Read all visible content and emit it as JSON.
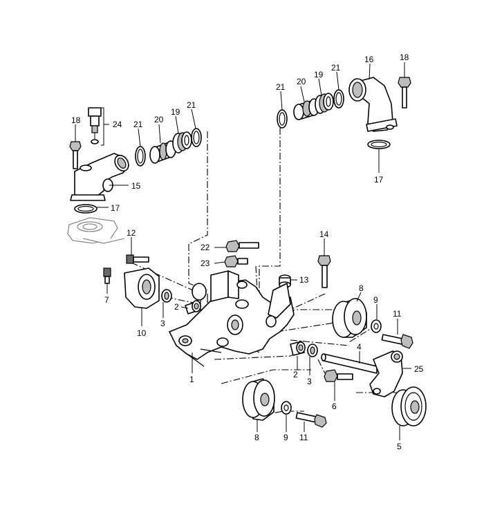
{
  "callouts": [
    {
      "id": "c18a",
      "text": "18"
    },
    {
      "id": "c24",
      "text": "24"
    },
    {
      "id": "c21a",
      "text": "21"
    },
    {
      "id": "c20a",
      "text": "20"
    },
    {
      "id": "c19a",
      "text": "19"
    },
    {
      "id": "c21b",
      "text": "21"
    },
    {
      "id": "c15",
      "text": "15"
    },
    {
      "id": "c17a",
      "text": "17"
    },
    {
      "id": "c21c",
      "text": "21"
    },
    {
      "id": "c20b",
      "text": "20"
    },
    {
      "id": "c19b",
      "text": "19"
    },
    {
      "id": "c21d",
      "text": "21"
    },
    {
      "id": "c16",
      "text": "16"
    },
    {
      "id": "c18b",
      "text": "18"
    },
    {
      "id": "c17b",
      "text": "17"
    },
    {
      "id": "c12",
      "text": "12"
    },
    {
      "id": "c22",
      "text": "22"
    },
    {
      "id": "c23",
      "text": "23"
    },
    {
      "id": "c14",
      "text": "14"
    },
    {
      "id": "c13",
      "text": "13"
    },
    {
      "id": "c7",
      "text": "7"
    },
    {
      "id": "c2a",
      "text": "2"
    },
    {
      "id": "c3a",
      "text": "3"
    },
    {
      "id": "c10",
      "text": "10"
    },
    {
      "id": "c8a",
      "text": "8"
    },
    {
      "id": "c9a",
      "text": "9"
    },
    {
      "id": "c11a",
      "text": "11"
    },
    {
      "id": "c4",
      "text": "4"
    },
    {
      "id": "c25",
      "text": "25"
    },
    {
      "id": "c1",
      "text": "1"
    },
    {
      "id": "c2b",
      "text": "2"
    },
    {
      "id": "c3b",
      "text": "3"
    },
    {
      "id": "c6",
      "text": "6"
    },
    {
      "id": "c8b",
      "text": "8"
    },
    {
      "id": "c9b",
      "text": "9"
    },
    {
      "id": "c11b",
      "text": "11"
    },
    {
      "id": "c5",
      "text": "5"
    }
  ]
}
